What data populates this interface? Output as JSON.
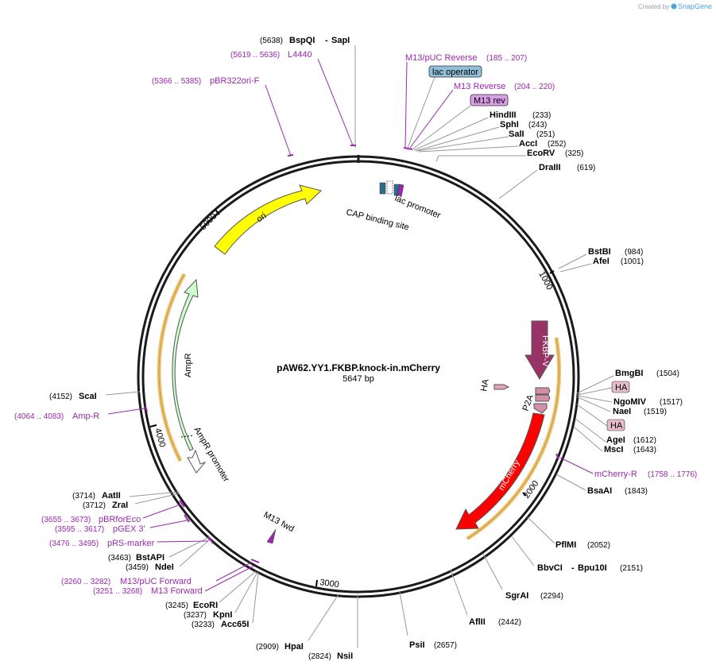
{
  "plasmid": {
    "name": "pAW62.YY1.FKBP.knock-in.mCherry",
    "length_label": "5647 bp"
  },
  "branding": {
    "created_by": "Created by",
    "app_name": "SnapGene"
  },
  "ticks": [
    "1000",
    "2000",
    "3000",
    "4000",
    "5000"
  ],
  "sites": [
    {
      "name": "BspQI",
      "alt": "SapI",
      "pos": "(5638)"
    },
    {
      "name": "HindIII",
      "pos": "(233)"
    },
    {
      "name": "SphI",
      "pos": "(243)"
    },
    {
      "name": "SalI",
      "pos": "(251)"
    },
    {
      "name": "AccI",
      "pos": "(252)"
    },
    {
      "name": "EcoRV",
      "pos": "(325)"
    },
    {
      "name": "DraIII",
      "pos": "(619)"
    },
    {
      "name": "BstBI",
      "pos": "(984)"
    },
    {
      "name": "AfeI",
      "pos": "(1001)"
    },
    {
      "name": "BmgBI",
      "pos": "(1504)"
    },
    {
      "name": "NgoMIV",
      "pos": "(1517)"
    },
    {
      "name": "NaeI",
      "pos": "(1519)"
    },
    {
      "name": "AgeI",
      "pos": "(1612)"
    },
    {
      "name": "MscI",
      "pos": "(1643)"
    },
    {
      "name": "BsaAI",
      "pos": "(1843)"
    },
    {
      "name": "PflMI",
      "pos": "(2052)"
    },
    {
      "name": "BbvCI",
      "alt": "Bpu10I",
      "pos": "(2151)"
    },
    {
      "name": "SgrAI",
      "pos": "(2294)"
    },
    {
      "name": "AflII",
      "pos": "(2442)"
    },
    {
      "name": "PsiI",
      "pos": "(2657)"
    },
    {
      "name": "NsiI",
      "pos": "(2824)"
    },
    {
      "name": "HpaI",
      "pos": "(2909)"
    },
    {
      "name": "Acc65I",
      "pos": "(3233)"
    },
    {
      "name": "KpnI",
      "pos": "(3237)"
    },
    {
      "name": "EcoRI",
      "pos": "(3245)"
    },
    {
      "name": "NdeI",
      "pos": "(3459)"
    },
    {
      "name": "BstAPI",
      "pos": "(3463)"
    },
    {
      "name": "ZraI",
      "pos": "(3712)"
    },
    {
      "name": "AatII",
      "pos": "(3714)"
    },
    {
      "name": "ScaI",
      "pos": "(4152)"
    }
  ],
  "primers": [
    {
      "name": "L4440",
      "pos": "(5619 .. 5636)"
    },
    {
      "name": "pBR322ori-F",
      "pos": "(5366 .. 5385)"
    },
    {
      "name": "M13/pUC Reverse",
      "pos": "(185 .. 207)"
    },
    {
      "name": "M13 Reverse",
      "pos": "(204 .. 220)"
    },
    {
      "name": "mCherry-R",
      "pos": "(1758 .. 1776)"
    },
    {
      "name": "Amp-R",
      "pos": "(4064 .. 4083)"
    },
    {
      "name": "pBRforEco",
      "pos": "(3655 .. 3673)"
    },
    {
      "name": "pGEX 3'",
      "pos": "(3595 .. 3617)"
    },
    {
      "name": "pRS-marker",
      "pos": "(3476 .. 3495)"
    },
    {
      "name": "M13/pUC Forward",
      "pos": "(3260 .. 3282)"
    },
    {
      "name": "M13 Forward",
      "pos": "(3251 .. 3268)"
    }
  ],
  "boxes": {
    "lac_operator": "lac operator",
    "m13_rev": "M13 rev",
    "ha_top": "HA",
    "ha_bottom": "HA"
  },
  "features": {
    "ori": "ori",
    "ampr": "AmpR",
    "ampr_promoter": "AmpR promoter",
    "fkbp": "FKBP-V",
    "mcherry": "mCherry",
    "p2a": "P2A",
    "ha": "HA",
    "lac_promoter": "lac promoter",
    "cap": "CAP binding site",
    "m13_fwd": "M13 fwd"
  },
  "colors": {
    "backbone": "#1a1a1a",
    "primer": "#9c27b0",
    "ori": "#ffff00",
    "ampr": "#ccffcc",
    "fkbp": "#993366",
    "mcherry": "#ff0000",
    "ha": "#e6a0b8",
    "lac_operator": "#8fbfd9",
    "m13_rev": "#d9a0e6",
    "orf_band": "#f0b04a"
  }
}
